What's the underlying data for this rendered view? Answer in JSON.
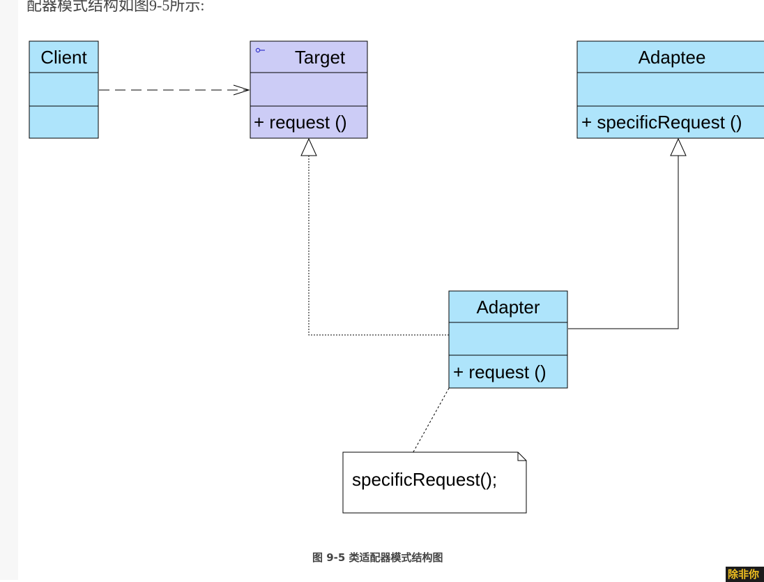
{
  "intro_text": "配器模式结构如图9-5所示:",
  "caption": "图 9-5 类适配器模式结构图",
  "corner_badge": "除非你",
  "colors": {
    "class_fill": "#aee4fb",
    "interface_fill": "#ccccf6",
    "note_fill": "#ffffff",
    "line": "#000000",
    "page_text": "#444444"
  },
  "diagram": {
    "classes": [
      {
        "id": "client",
        "name": "Client",
        "stereotype_icon": "",
        "attributes": [],
        "operations": []
      },
      {
        "id": "target",
        "name": "Target",
        "stereotype_icon": "interface-icon",
        "attributes": [],
        "operations": [
          "+ request ()"
        ]
      },
      {
        "id": "adaptee",
        "name": "Adaptee",
        "stereotype_icon": "",
        "attributes": [],
        "operations": [
          "+ specificRequest ()"
        ]
      },
      {
        "id": "adapter",
        "name": "Adapter",
        "stereotype_icon": "",
        "attributes": [],
        "operations": [
          "+ request ()"
        ]
      }
    ],
    "relationships": [
      {
        "type": "dependency",
        "from": "client",
        "to": "target"
      },
      {
        "type": "realization",
        "from": "adapter",
        "to": "target"
      },
      {
        "type": "generalization",
        "from": "adapter",
        "to": "adaptee"
      },
      {
        "type": "note-link",
        "from": "note",
        "to": "adapter"
      }
    ],
    "note": {
      "text": "specificRequest();"
    }
  }
}
